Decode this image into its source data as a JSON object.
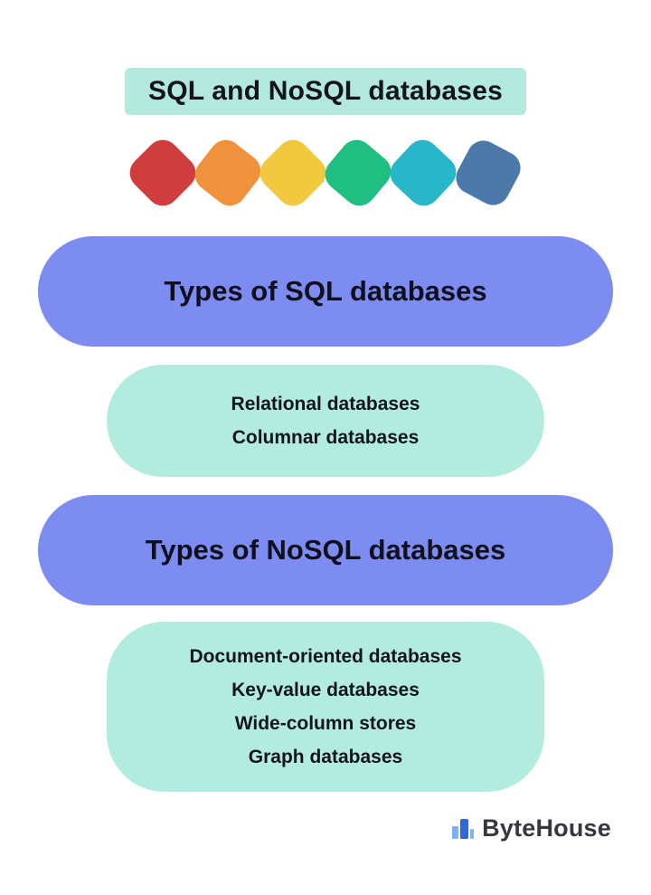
{
  "title_banner": {
    "text": "SQL and NoSQL databases"
  },
  "diamond_colors": [
    "#cf3d3d",
    "#f0923b",
    "#f2c83e",
    "#1fbf83",
    "#27b7c8",
    "#4b79a9"
  ],
  "sql_section": {
    "title": "Types of SQL databases",
    "items": [
      "Relational databases",
      "Columnar databases"
    ]
  },
  "nosql_section": {
    "title": "Types of NoSQL databases",
    "items": [
      "Document-oriented databases",
      "Key-value databases",
      "Wide-column stores",
      "Graph databases"
    ]
  },
  "footer": {
    "brand": "ByteHouse",
    "icon_color_dark": "#2f6bd8",
    "icon_color_light": "#7fb1ef"
  },
  "colors": {
    "banner_bg": "#b2e9dc",
    "header_pill_bg": "#7c8cf0",
    "list_pill_bg": "#b2ecdf",
    "text_dark": "#14141f"
  }
}
